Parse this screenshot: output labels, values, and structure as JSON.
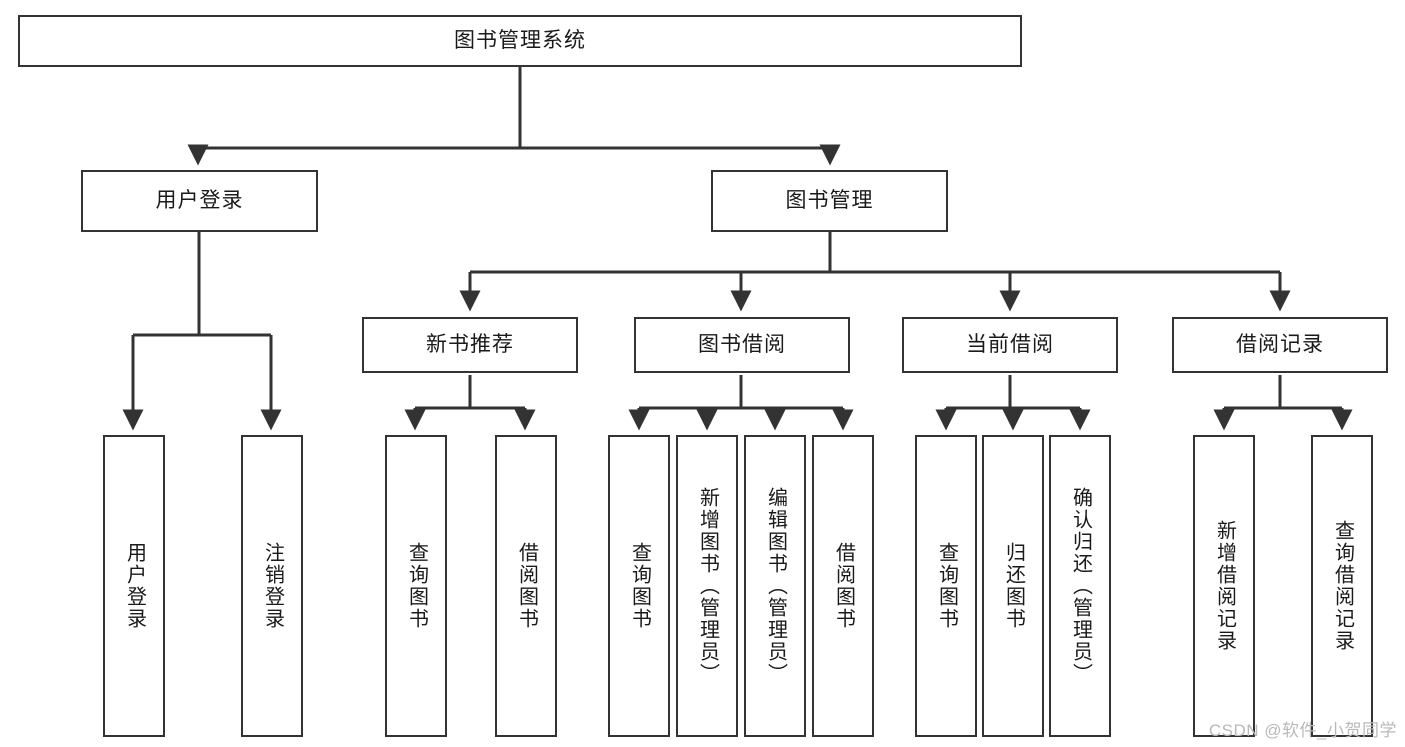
{
  "diagram": {
    "type": "tree",
    "title": "图书管理系统",
    "root": {
      "id": "root",
      "label": "图书管理系统"
    },
    "level2": [
      {
        "id": "user-login",
        "label": "用户登录"
      },
      {
        "id": "book-manage",
        "label": "图书管理"
      }
    ],
    "level3": [
      {
        "id": "new-book-rec",
        "label": "新书推荐"
      },
      {
        "id": "book-borrow",
        "label": "图书借阅"
      },
      {
        "id": "current-borrow",
        "label": "当前借阅"
      },
      {
        "id": "borrow-record",
        "label": "借阅记录"
      }
    ],
    "leaves": {
      "user_login": [
        {
          "id": "leaf-user-login",
          "label": "用户登录"
        },
        {
          "id": "leaf-logout",
          "label": "注销登录"
        }
      ],
      "new_book_rec": [
        {
          "id": "leaf-query-book-1",
          "label": "查询图书"
        },
        {
          "id": "leaf-borrow-book-1",
          "label": "借阅图书"
        }
      ],
      "book_borrow": [
        {
          "id": "leaf-query-book-2",
          "label": "查询图书"
        },
        {
          "id": "leaf-add-book",
          "label": "新增图书（管理员）"
        },
        {
          "id": "leaf-edit-book",
          "label": "编辑图书（管理员）"
        },
        {
          "id": "leaf-borrow-book-2",
          "label": "借阅图书"
        }
      ],
      "current_borrow": [
        {
          "id": "leaf-query-book-3",
          "label": "查询图书"
        },
        {
          "id": "leaf-return-book",
          "label": "归还图书"
        },
        {
          "id": "leaf-confirm-return",
          "label": "确认归还（管理员）"
        }
      ],
      "borrow_record": [
        {
          "id": "leaf-add-record",
          "label": "新增借阅记录"
        },
        {
          "id": "leaf-query-record",
          "label": "查询借阅记录"
        }
      ]
    }
  },
  "watermark": {
    "text": "CSDN @软件_小贺同学"
  },
  "colors": {
    "border": "#333333",
    "background": "#ffffff",
    "text": "#1a1a1a",
    "watermark": "#b9b9b9",
    "line": "#333333"
  }
}
